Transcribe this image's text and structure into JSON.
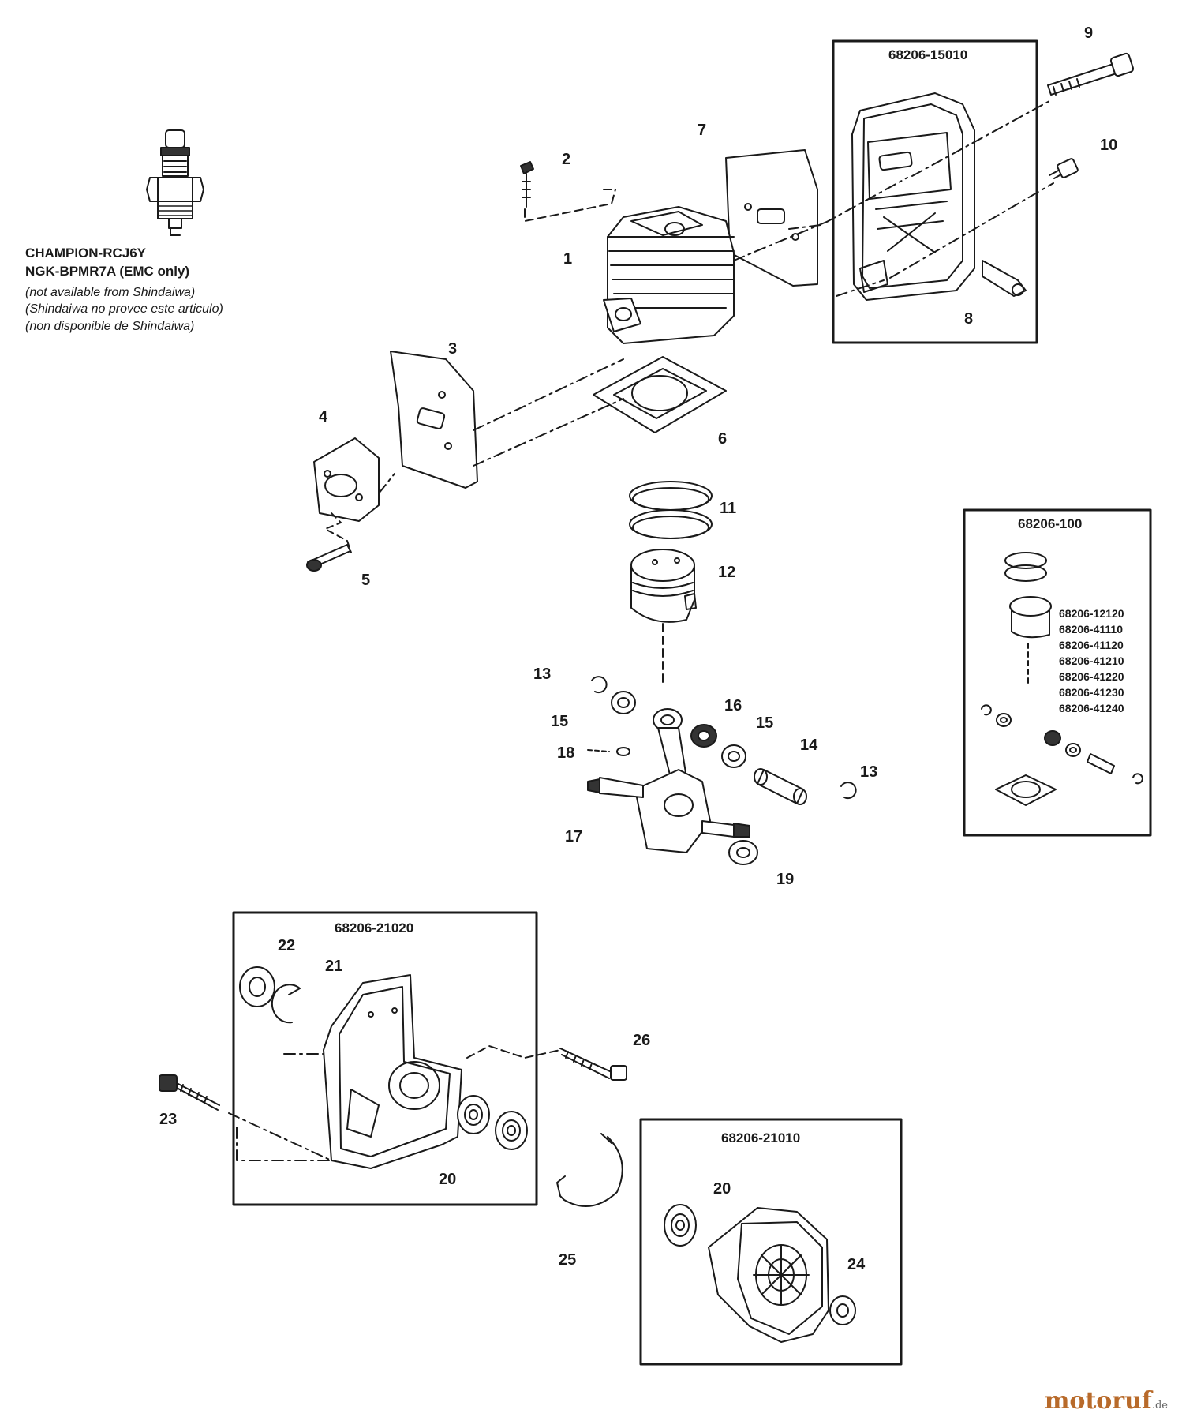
{
  "spark_plug": {
    "icon": "spark-plug-icon",
    "line1": "CHAMPION-RCJ6Y",
    "line2": "NGK-BPMR7A (EMC only)",
    "note_en": "(not available from Shindaiwa)",
    "note_es": "(Shindaiwa no provee este articulo)",
    "note_fr": "(non disponible de Shindaiwa)"
  },
  "kits": {
    "muffler": "68206-15010",
    "piston": "68206-100",
    "crankcase_a": "68206-21020",
    "crankcase_b": "68206-21010"
  },
  "piston_kit_parts": [
    "68206-12120",
    "68206-41110",
    "68206-41120",
    "68206-41210",
    "68206-41220",
    "68206-41230",
    "68206-41240"
  ],
  "labels": {
    "p1": "1",
    "p2": "2",
    "p3": "3",
    "p4": "4",
    "p5": "5",
    "p6": "6",
    "p7": "7",
    "p8": "8",
    "p9": "9",
    "p10": "10",
    "p11": "11",
    "p12": "12",
    "p13a": "13",
    "p13b": "13",
    "p14": "14",
    "p15a": "15",
    "p15b": "15",
    "p16": "16",
    "p17": "17",
    "p18": "18",
    "p19": "19",
    "p20a": "20",
    "p20b": "20",
    "p21": "21",
    "p22": "22",
    "p23": "23",
    "p24": "24",
    "p25": "25",
    "p26": "26"
  },
  "watermark": {
    "main": "motoruf",
    "suffix": ".de"
  },
  "colors": {
    "ink": "#1a1a1a",
    "paper": "#ffffff"
  }
}
